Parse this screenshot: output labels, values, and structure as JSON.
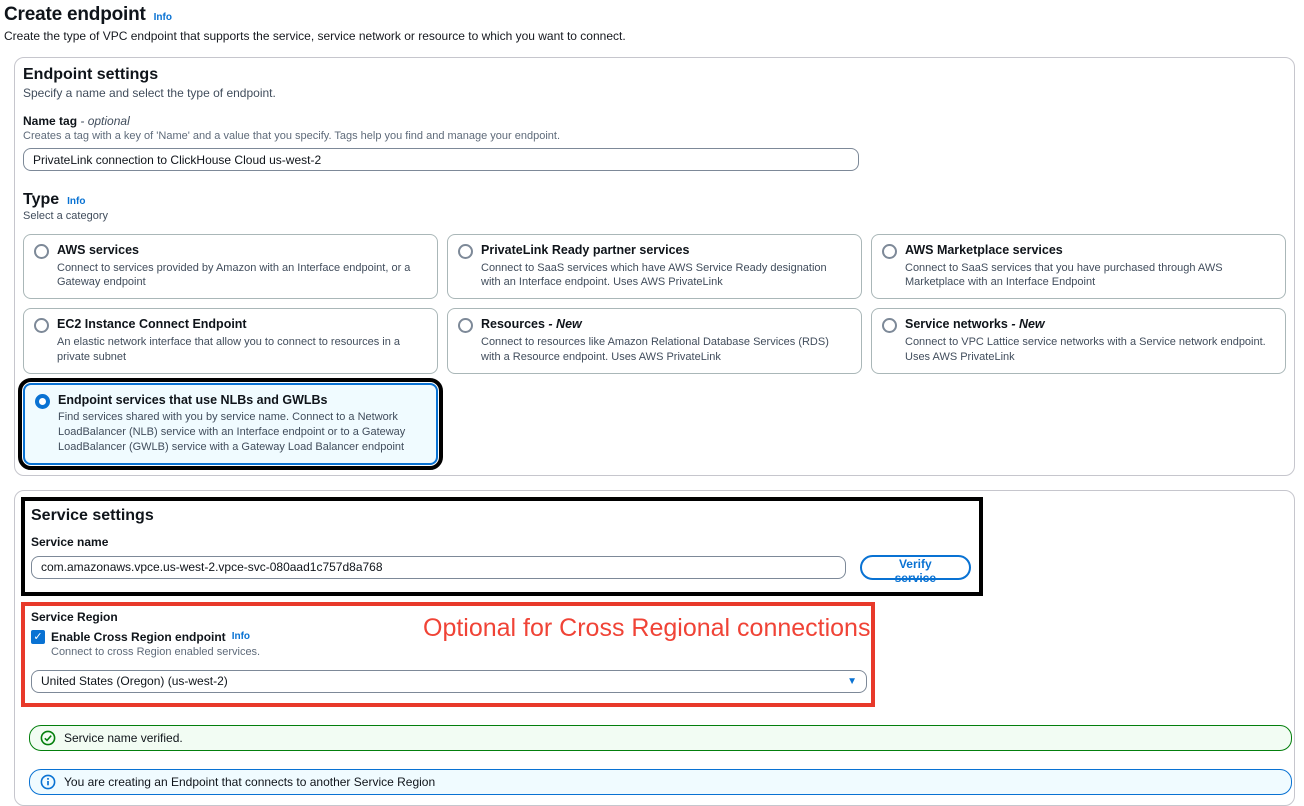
{
  "page": {
    "title": "Create endpoint",
    "title_info": "Info",
    "subtitle": "Create the type of VPC endpoint that supports the service, service network or resource to which you want to connect."
  },
  "endpoint_settings": {
    "title": "Endpoint settings",
    "subtitle": "Specify a name and select the type of endpoint.",
    "name_tag": {
      "label": "Name tag",
      "optional": "- optional",
      "description": "Creates a tag with a key of 'Name' and a value that you specify. Tags help you find and manage your endpoint.",
      "value": "PrivateLink connection to ClickHouse Cloud us-west-2"
    },
    "type": {
      "label": "Type",
      "info": "Info",
      "subtitle": "Select a category",
      "options": [
        {
          "title": "AWS services",
          "suffix": "",
          "description": "Connect to services provided by Amazon with an Interface endpoint, or a Gateway endpoint",
          "selected": false
        },
        {
          "title": "PrivateLink Ready partner services",
          "suffix": "",
          "description": "Connect to SaaS services which have AWS Service Ready designation with an Interface endpoint. Uses AWS PrivateLink",
          "selected": false
        },
        {
          "title": "AWS Marketplace services",
          "suffix": "",
          "description": "Connect to SaaS services that you have purchased through AWS Marketplace with an Interface Endpoint",
          "selected": false
        },
        {
          "title": "EC2 Instance Connect Endpoint",
          "suffix": "",
          "description": "An elastic network interface that allow you to connect to resources in a private subnet",
          "selected": false
        },
        {
          "title": "Resources",
          "suffix": "- New",
          "description": "Connect to resources like Amazon Relational Database Services (RDS) with a Resource endpoint. Uses AWS PrivateLink",
          "selected": false
        },
        {
          "title": "Service networks",
          "suffix": "- New",
          "description": "Connect to VPC Lattice service networks with a Service network endpoint. Uses AWS PrivateLink",
          "selected": false
        },
        {
          "title": "Endpoint services that use NLBs and GWLBs",
          "suffix": "",
          "description": "Find services shared with you by service name. Connect to a Network LoadBalancer (NLB) service with an Interface endpoint or to a Gateway LoadBalancer (GWLB) service with a Gateway Load Balancer endpoint",
          "selected": true
        }
      ]
    }
  },
  "service_settings": {
    "title": "Service settings",
    "service_name_label": "Service name",
    "service_name_value": "com.amazonaws.vpce.us-west-2.vpce-svc-080aad1c757d8a768",
    "verify_button": "Verify service",
    "service_region": {
      "label": "Service Region",
      "checkbox_label": "Enable Cross Region endpoint",
      "info": "Info",
      "checkbox_checked": true,
      "checkbox_glyph": "✓",
      "description": "Connect to cross Region enabled services.",
      "region_value": "United States (Oregon) (us-west-2)",
      "caret_glyph": "▼"
    },
    "annotation_text": "Optional for Cross Regional connections"
  },
  "banners": {
    "success": "Service name verified.",
    "info": "You are creating an Endpoint that connects to another Service Region"
  },
  "colors": {
    "accent_blue": "#0972d3",
    "success_green": "#037f0c",
    "annotation_red": "#e8392a",
    "selected_option_bg": "#f0fbff",
    "success_bg": "#f2fcf3",
    "info_bg": "#f0fbff"
  }
}
